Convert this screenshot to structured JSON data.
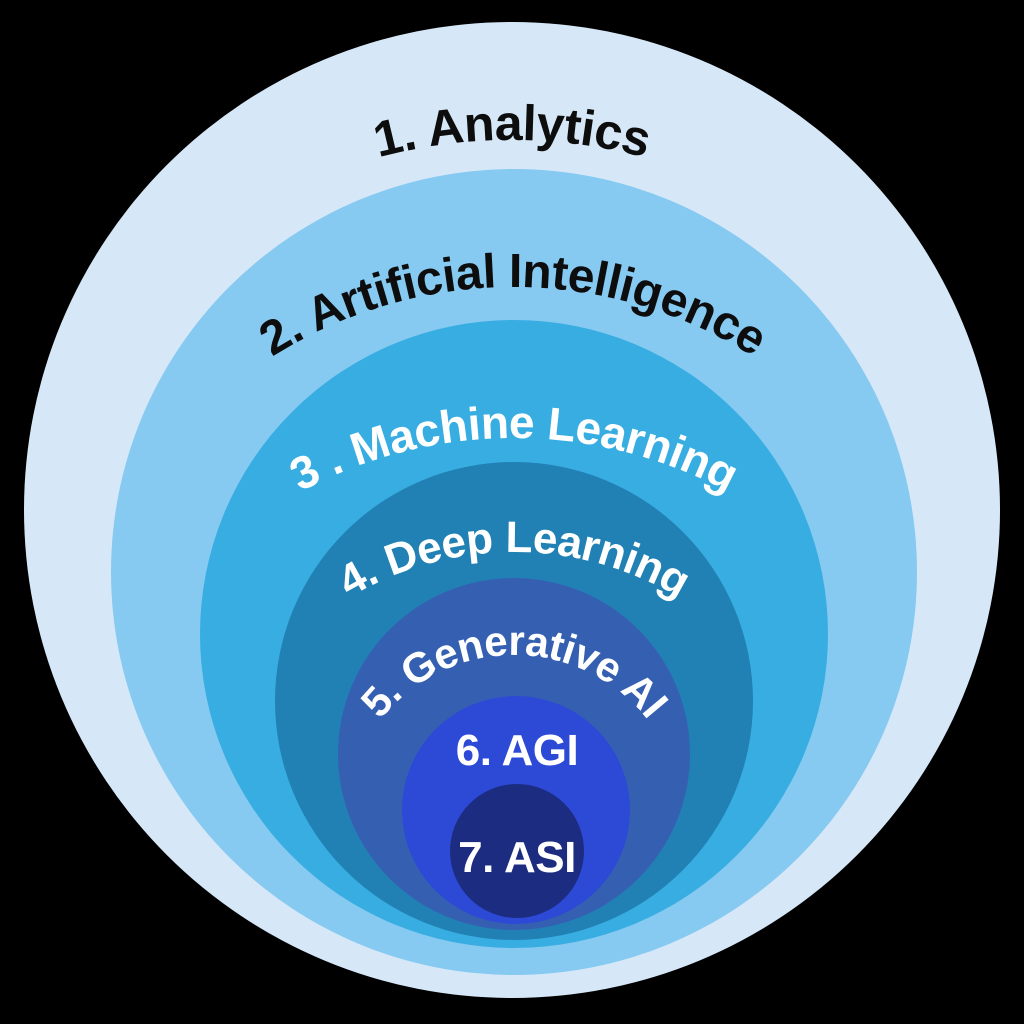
{
  "diagram": {
    "type": "nested-circles",
    "background_color": "#000000",
    "layers": [
      {
        "rank": 1,
        "label": "1. Analytics",
        "color": "#D6E8F7",
        "text_color": "#0D0D0D"
      },
      {
        "rank": 2,
        "label": "2. Artificial Intelligence",
        "color": "#86C9F1",
        "text_color": "#0D0D0D"
      },
      {
        "rank": 3,
        "label": "3 . Machine Learning",
        "color": "#37ADE2",
        "text_color": "#FFFFFF"
      },
      {
        "rank": 4,
        "label": "4. Deep Learning",
        "color": "#2181B4",
        "text_color": "#FFFFFF"
      },
      {
        "rank": 5,
        "label": "5. Generative AI",
        "color": "#3560B2",
        "text_color": "#FFFFFF"
      },
      {
        "rank": 6,
        "label": "6. AGI",
        "color": "#2C4AD6",
        "text_color": "#FFFFFF"
      },
      {
        "rank": 7,
        "label": "7. ASI",
        "color": "#1C2C80",
        "text_color": "#FFFFFF"
      }
    ]
  }
}
